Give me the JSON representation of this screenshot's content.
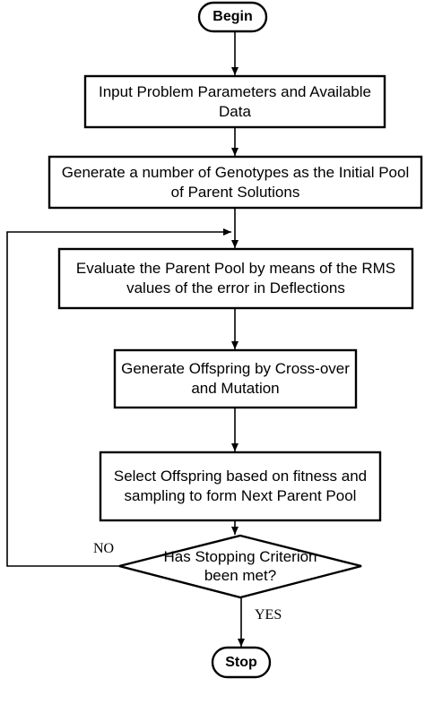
{
  "diagram": {
    "begin": "Begin",
    "steps": [
      "Input Problem Parameters and Available Data",
      "Generate a number of Genotypes as the Initial Pool of Parent Solutions",
      "Evaluate the Parent Pool by means of the RMS values of the error in Deflections",
      "Generate Offspring by Cross-over and Mutation",
      "Select Offspring based on fitness and sampling to form Next Parent Pool"
    ],
    "decision": "Has Stopping Criterion been met?",
    "no_label": "NO",
    "yes_label": "YES",
    "stop": "Stop"
  }
}
